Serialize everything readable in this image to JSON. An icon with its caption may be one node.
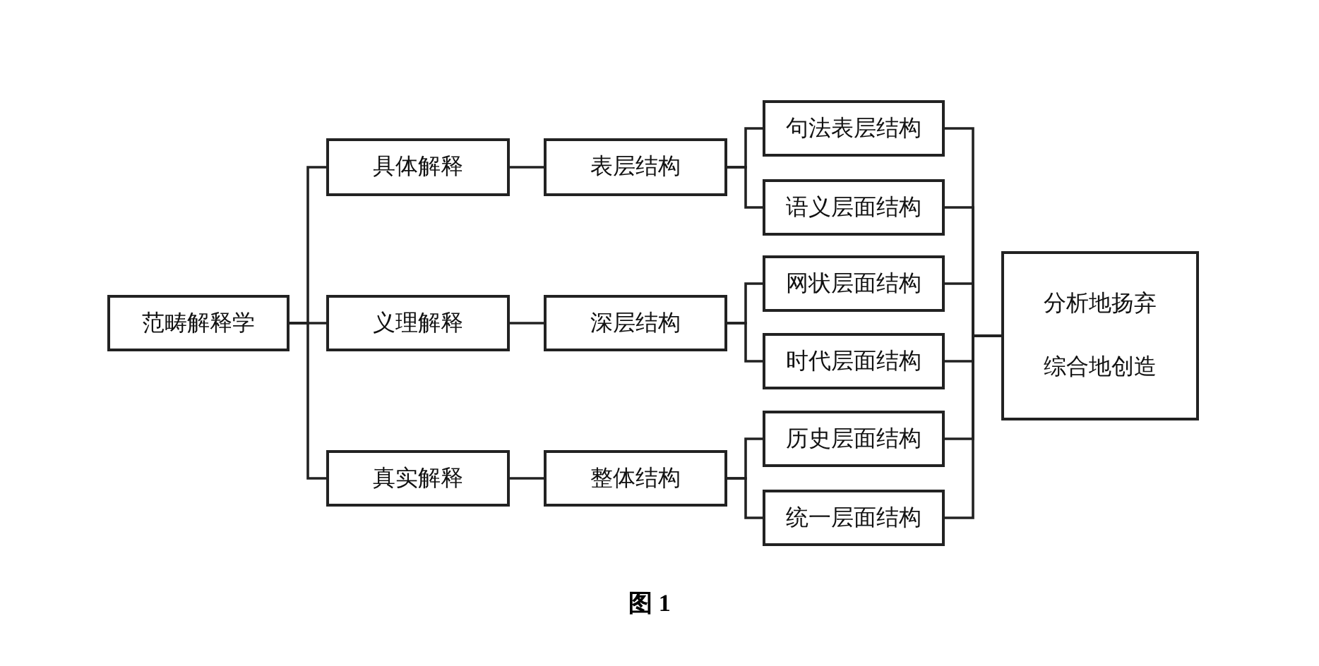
{
  "diagram": {
    "caption": "图 1",
    "nodes": [
      {
        "text": [
          "范畴解释学"
        ]
      },
      {
        "text": [
          "具体解释"
        ]
      },
      {
        "text": [
          "义理解释"
        ]
      },
      {
        "text": [
          "真实解释"
        ]
      },
      {
        "text": [
          "表层结构"
        ]
      },
      {
        "text": [
          "深层结构"
        ]
      },
      {
        "text": [
          "整体结构"
        ]
      },
      {
        "text": [
          "句法表层结构"
        ]
      },
      {
        "text": [
          "语义层面结构"
        ]
      },
      {
        "text": [
          "网状层面结构"
        ]
      },
      {
        "text": [
          "时代层面结构"
        ]
      },
      {
        "text": [
          "历史层面结构"
        ]
      },
      {
        "text": [
          "统一层面结构"
        ]
      },
      {
        "text": [
          "分析地扬弃",
          "综合地创造"
        ]
      }
    ],
    "edges": [
      {
        "from": 0,
        "to": 1,
        "arrow": "none"
      },
      {
        "from": 0,
        "to": 2,
        "arrow": "none"
      },
      {
        "from": 0,
        "to": 3,
        "arrow": "none"
      },
      {
        "from": 1,
        "to": 4,
        "arrow": "none"
      },
      {
        "from": 2,
        "to": 5,
        "arrow": "none"
      },
      {
        "from": 3,
        "to": 6,
        "arrow": "none"
      },
      {
        "from": 4,
        "to": 7,
        "arrow": "none"
      },
      {
        "from": 4,
        "to": 8,
        "arrow": "none"
      },
      {
        "from": 5,
        "to": 9,
        "arrow": "none"
      },
      {
        "from": 5,
        "to": 10,
        "arrow": "none"
      },
      {
        "from": 6,
        "to": 11,
        "arrow": "none"
      },
      {
        "from": 6,
        "to": 12,
        "arrow": "none"
      },
      {
        "from": 7,
        "to": 13,
        "arrow": "none"
      },
      {
        "from": 8,
        "to": 13,
        "arrow": "none"
      },
      {
        "from": 9,
        "to": 13,
        "arrow": "none"
      },
      {
        "from": 10,
        "to": 13,
        "arrow": "none"
      },
      {
        "from": 11,
        "to": 13,
        "arrow": "none"
      },
      {
        "from": 12,
        "to": 13,
        "arrow": "none"
      }
    ]
  }
}
